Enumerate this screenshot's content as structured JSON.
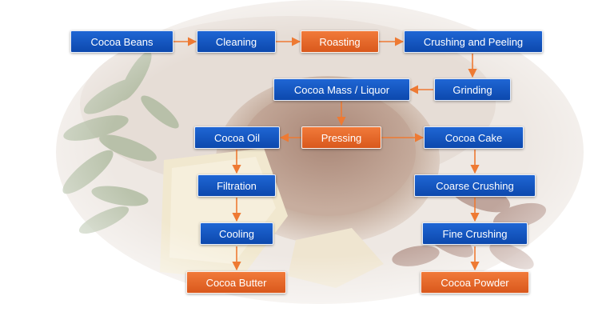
{
  "colors": {
    "blue_box": "#1456c4",
    "orange_box": "#e8692c",
    "arrow": "#ee7a33",
    "text": "#ffffff"
  },
  "flow": {
    "cocoa_beans": "Cocoa Beans",
    "cleaning": "Cleaning",
    "roasting": "Roasting",
    "crushing_peeling": "Crushing and Peeling",
    "grinding": "Grinding",
    "cocoa_mass": "Cocoa Mass / Liquor",
    "pressing": "Pressing",
    "cocoa_oil": "Cocoa Oil",
    "cocoa_cake": "Cocoa Cake",
    "filtration": "Filtration",
    "cooling": "Cooling",
    "cocoa_butter": "Cocoa Butter",
    "coarse_crushing": "Coarse Crushing",
    "fine_crushing": "Fine Crushing",
    "cocoa_powder": "Cocoa Powder"
  }
}
